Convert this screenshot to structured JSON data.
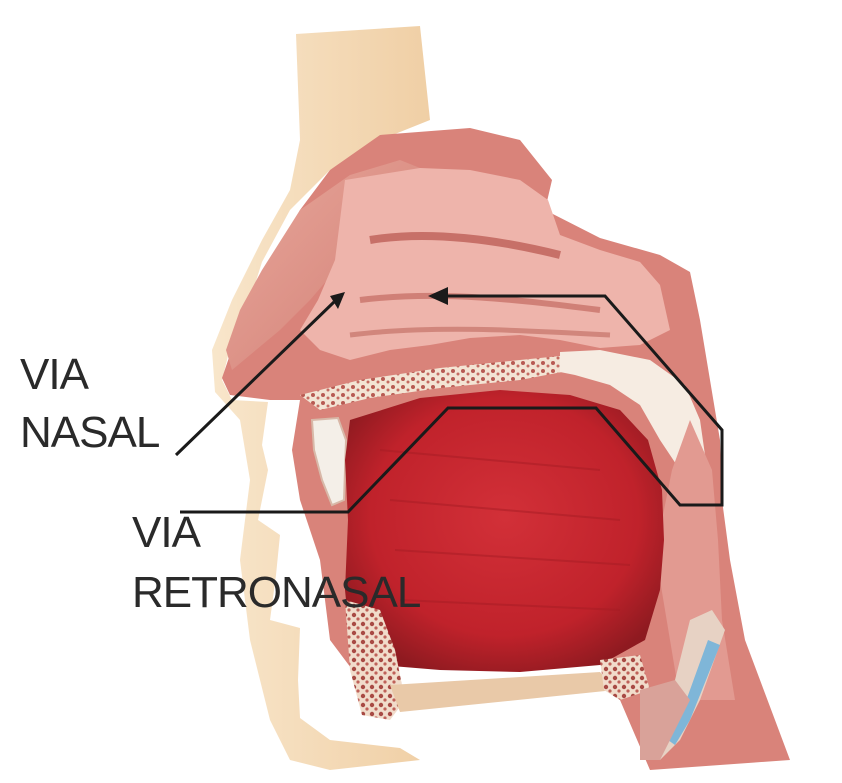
{
  "labels": {
    "nasal_line1": "VIA",
    "nasal_line2": "NASAL",
    "retronasal_line1": "VIA",
    "retronasal_line2": "RETRONASAL"
  },
  "colors": {
    "skin": "#f3d3ab",
    "skin_light": "#f7e2c4",
    "tissue": "#d9827a",
    "tissue_dark": "#b8524d",
    "nasal_cavity": "#efb1a9",
    "palate_bone": "#f5e9dd",
    "tongue": "#c4262e",
    "tongue_dark": "#8e1a20",
    "pharynx": "#e2938a",
    "arrow": "#1a1a1a",
    "text": "#2a2a2a"
  }
}
